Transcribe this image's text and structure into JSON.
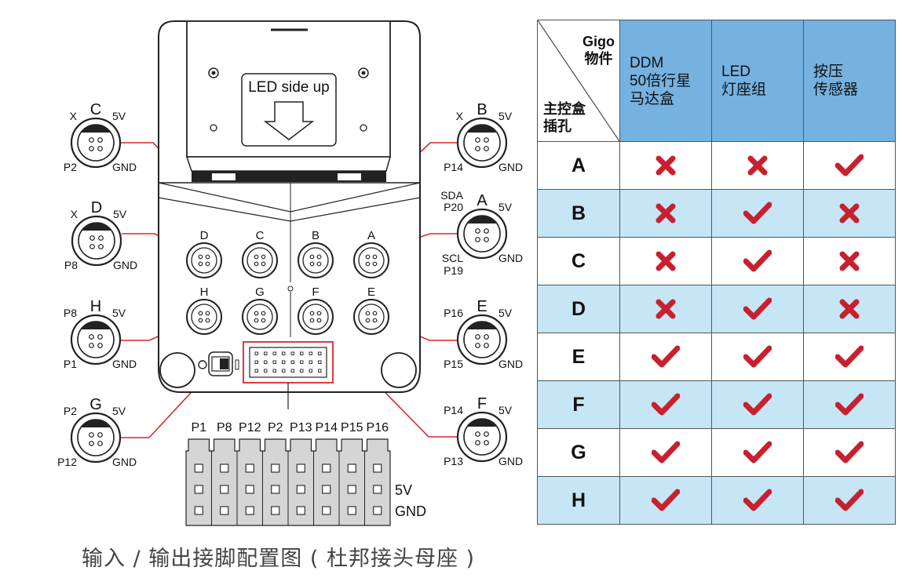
{
  "diagram": {
    "screen_label": "LED side up",
    "left_connectors": [
      {
        "letter": "C",
        "tl": "X",
        "tr": "5V",
        "bl": "P2",
        "br": "GND"
      },
      {
        "letter": "D",
        "tl": "X",
        "tr": "5V",
        "bl": "P8",
        "br": "GND"
      },
      {
        "letter": "H",
        "tl": "P8",
        "tr": "5V",
        "bl": "P1",
        "br": "GND"
      },
      {
        "letter": "G",
        "tl": "P2",
        "tr": "5V",
        "bl": "P12",
        "br": "GND"
      }
    ],
    "right_connectors": [
      {
        "letter": "B",
        "tl": "X",
        "tl2": "",
        "tr": "5V",
        "bl": "P14",
        "bl2": "",
        "br": "GND"
      },
      {
        "letter": "A",
        "tl": "P20",
        "tl2": "SDA",
        "tr": "5V",
        "bl": "SCL",
        "bl2": "P19",
        "br": "GND"
      },
      {
        "letter": "E",
        "tl": "P16",
        "tl2": "",
        "tr": "5V",
        "bl": "P15",
        "bl2": "",
        "br": "GND"
      },
      {
        "letter": "F",
        "tl": "P14",
        "tl2": "",
        "tr": "5V",
        "bl": "P13",
        "bl2": "",
        "br": "GND"
      }
    ],
    "board_ports_top": [
      "D",
      "C",
      "B",
      "A"
    ],
    "board_ports_bottom": [
      "H",
      "G",
      "F",
      "E"
    ],
    "header_pins": [
      "P1",
      "P8",
      "P12",
      "P2",
      "P13",
      "P14",
      "P15",
      "P16"
    ],
    "header_row_labels": [
      "5V",
      "GND"
    ],
    "colors": {
      "line": "#d9262c",
      "outline": "#222",
      "table_header": "#75b2e0",
      "table_alt": "#c6e6f6",
      "mark": "#c8202f"
    }
  },
  "table": {
    "corner_top": [
      "Gigo",
      "物件"
    ],
    "corner_bottom": [
      "主控盒",
      "插孔"
    ],
    "columns": [
      [
        "DDM",
        "50倍行星",
        "马达盒"
      ],
      [
        "LED",
        "灯座组"
      ],
      [
        "按压",
        "传感器"
      ]
    ],
    "rows": [
      {
        "port": "A",
        "values": [
          "cross",
          "cross",
          "check"
        ]
      },
      {
        "port": "B",
        "values": [
          "cross",
          "check",
          "cross"
        ]
      },
      {
        "port": "C",
        "values": [
          "cross",
          "check",
          "cross"
        ]
      },
      {
        "port": "D",
        "values": [
          "cross",
          "check",
          "cross"
        ]
      },
      {
        "port": "E",
        "values": [
          "check",
          "check",
          "check"
        ]
      },
      {
        "port": "F",
        "values": [
          "check",
          "check",
          "check"
        ]
      },
      {
        "port": "G",
        "values": [
          "check",
          "check",
          "check"
        ]
      },
      {
        "port": "H",
        "values": [
          "check",
          "check",
          "check"
        ]
      }
    ]
  },
  "caption": "输入 / 输出接脚配置图 ( 杜邦接头母座 )"
}
